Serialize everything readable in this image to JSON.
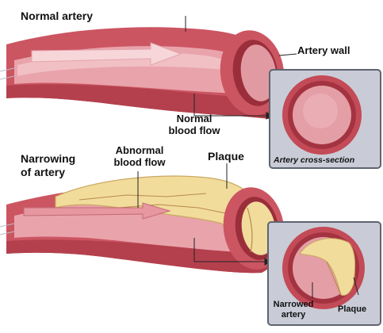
{
  "labels": {
    "normal_artery": "Normal artery",
    "artery_wall": "Artery wall",
    "normal_blood_flow_1": "Normal",
    "normal_blood_flow_2": "blood flow",
    "cross_section": "Artery cross-section",
    "narrowing_1": "Narrowing",
    "narrowing_2": "of artery",
    "abnormal_flow_1": "Abnormal",
    "abnormal_flow_2": "blood flow",
    "plaque_top": "Plaque",
    "narrowed_artery_1": "Narrowed",
    "narrowed_artery_2": "artery",
    "plaque_bottom": "Plaque"
  },
  "colors": {
    "outer_wall": "#c8505c",
    "wall_dark": "#9a2e3a",
    "lumen": "#e8a0a8",
    "lumen_light": "#f3c4c8",
    "plaque": "#f1dc9c",
    "plaque_edge": "#caa862",
    "inset_bg": "#c9ccd6",
    "arrow": "#f6d3d6"
  }
}
